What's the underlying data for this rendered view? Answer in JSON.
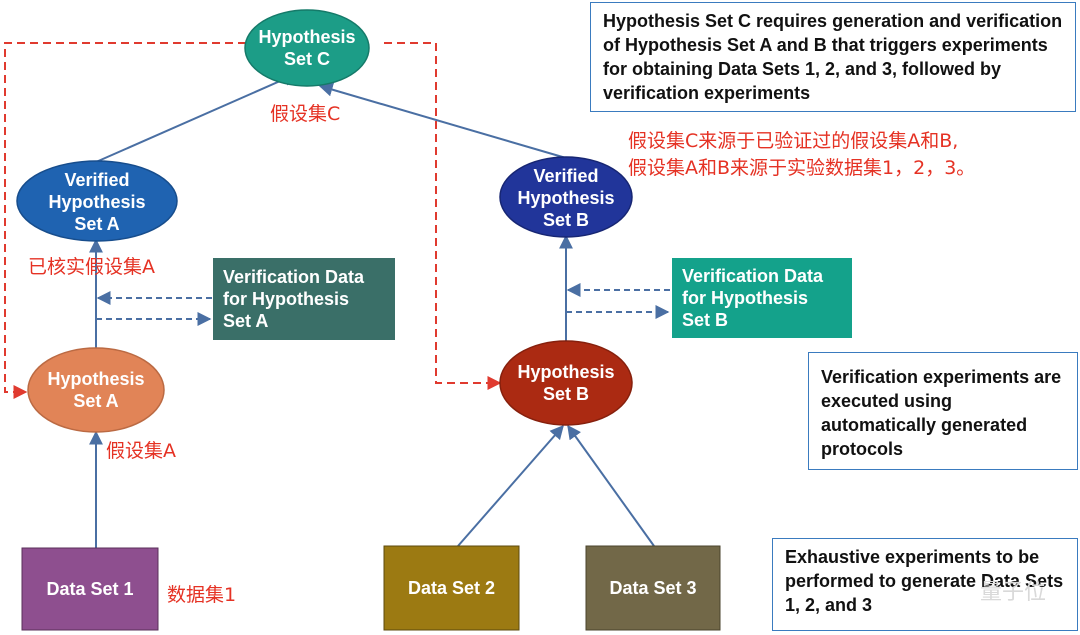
{
  "nodes": {
    "hyp_c": "Hypothesis\nSet C",
    "verified_a": "Verified\nHypothesis\nSet A",
    "verified_b": "Verified\nHypothesis\nSet B",
    "hyp_a": "Hypothesis\nSet A",
    "hyp_b": "Hypothesis\nSet B",
    "verif_data_a": "Verification Data\nfor Hypothesis\nSet A",
    "verif_data_b": "Verification Data\nfor Hypothesis\nSet B",
    "data_set_1": "Data Set 1",
    "data_set_2": "Data Set 2",
    "data_set_3": "Data Set 3"
  },
  "notes": {
    "top_right": "Hypothesis Set C requires generation and verification of Hypothesis Set A and B that triggers experiments for obtaining Data Sets 1, 2, and 3, followed by verification experiments",
    "middle_right": "Verification experiments are executed using automatically generated protocols",
    "bottom_right": "Exhaustive experiments to be performed to generate Data Sets 1, 2, and 3"
  },
  "chinese_labels": {
    "hyp_c": "假设集C",
    "summary_line1": "假设集C来源于已验证过的假设集A和B,",
    "summary_line2": "假设集A和B来源于实验数据集1，2，3。",
    "verified_a": "已核实假设集A",
    "hyp_a": "假设集A",
    "data_set_1": "数据集1"
  },
  "watermark": "量子位",
  "colors": {
    "teal": "#1c9d87",
    "blue": "#1f63b1",
    "navy": "#21359a",
    "orange": "#e18457",
    "red": "#ab2a12",
    "dark_teal_box": "#3a6f68",
    "teal_box": "#14a28b",
    "purple": "#8e4f8f",
    "gold": "#9c7a12",
    "olive": "#726848",
    "arrow": "#4a6fa3",
    "red_dash": "#e03a2f"
  }
}
